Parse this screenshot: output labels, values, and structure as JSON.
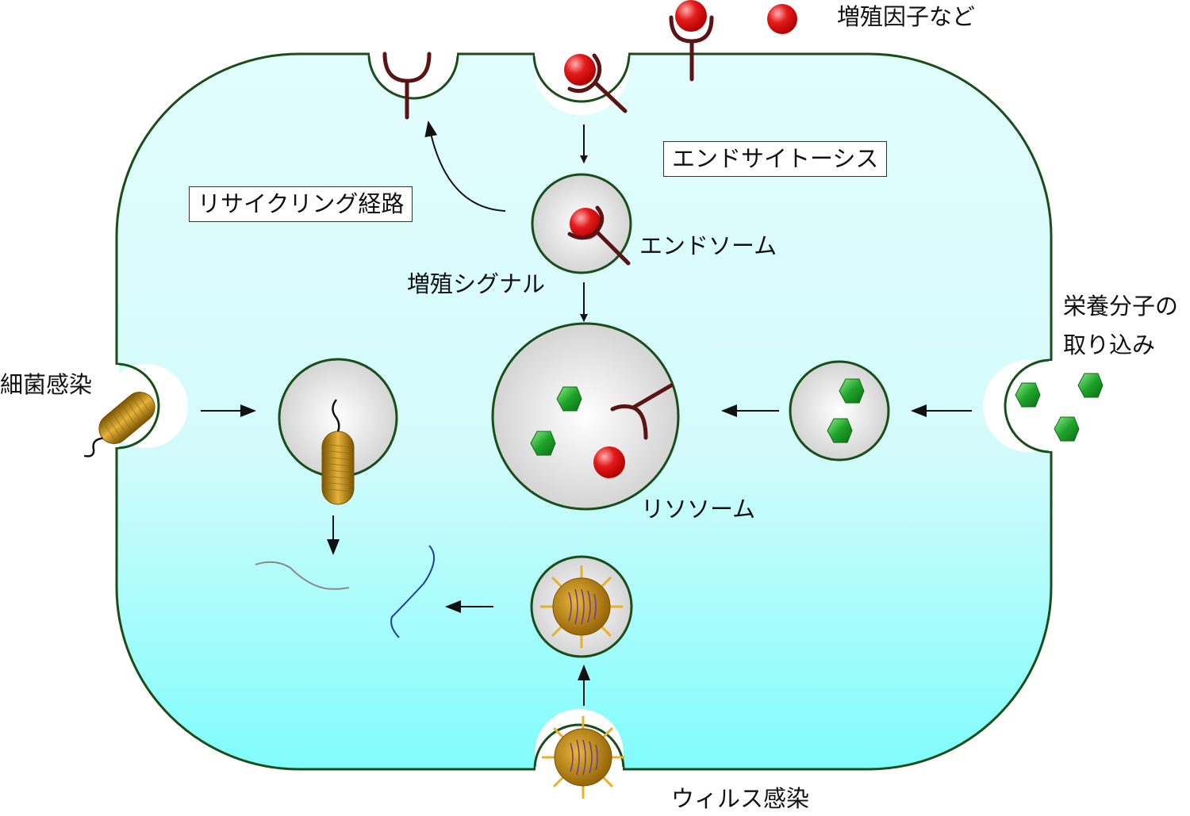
{
  "labels": {
    "growth_factor_legend": "増殖因子など",
    "endocytosis": "エンドサイトーシス",
    "recycling_pathway": "リサイクリング経路",
    "endosome": "エンドソーム",
    "growth_signal": "増殖シグナル",
    "nutrient_uptake_line1": "栄養分子の",
    "nutrient_uptake_line2": "取り込み",
    "bacterial_infection": "細菌感染",
    "lysosome": "リソソーム",
    "viral_infection": "ウィルス感染"
  },
  "colors": {
    "cell_top": "#e2fdfd",
    "cell_bottom": "#80fcfc",
    "membrane": "#1a4d1a",
    "receptor": "#5a1414",
    "growth_factor": "#e41b1b",
    "nutrient": "#1fa32a",
    "bacterium": "#b07c08",
    "virus": "#b07c08",
    "virus_spike": "#e8b028",
    "virus_genome": "#6a3aa0",
    "degraded_bacterial_dna": "#8a8a8a",
    "degraded_viral_rna": "#1d3f9e"
  }
}
